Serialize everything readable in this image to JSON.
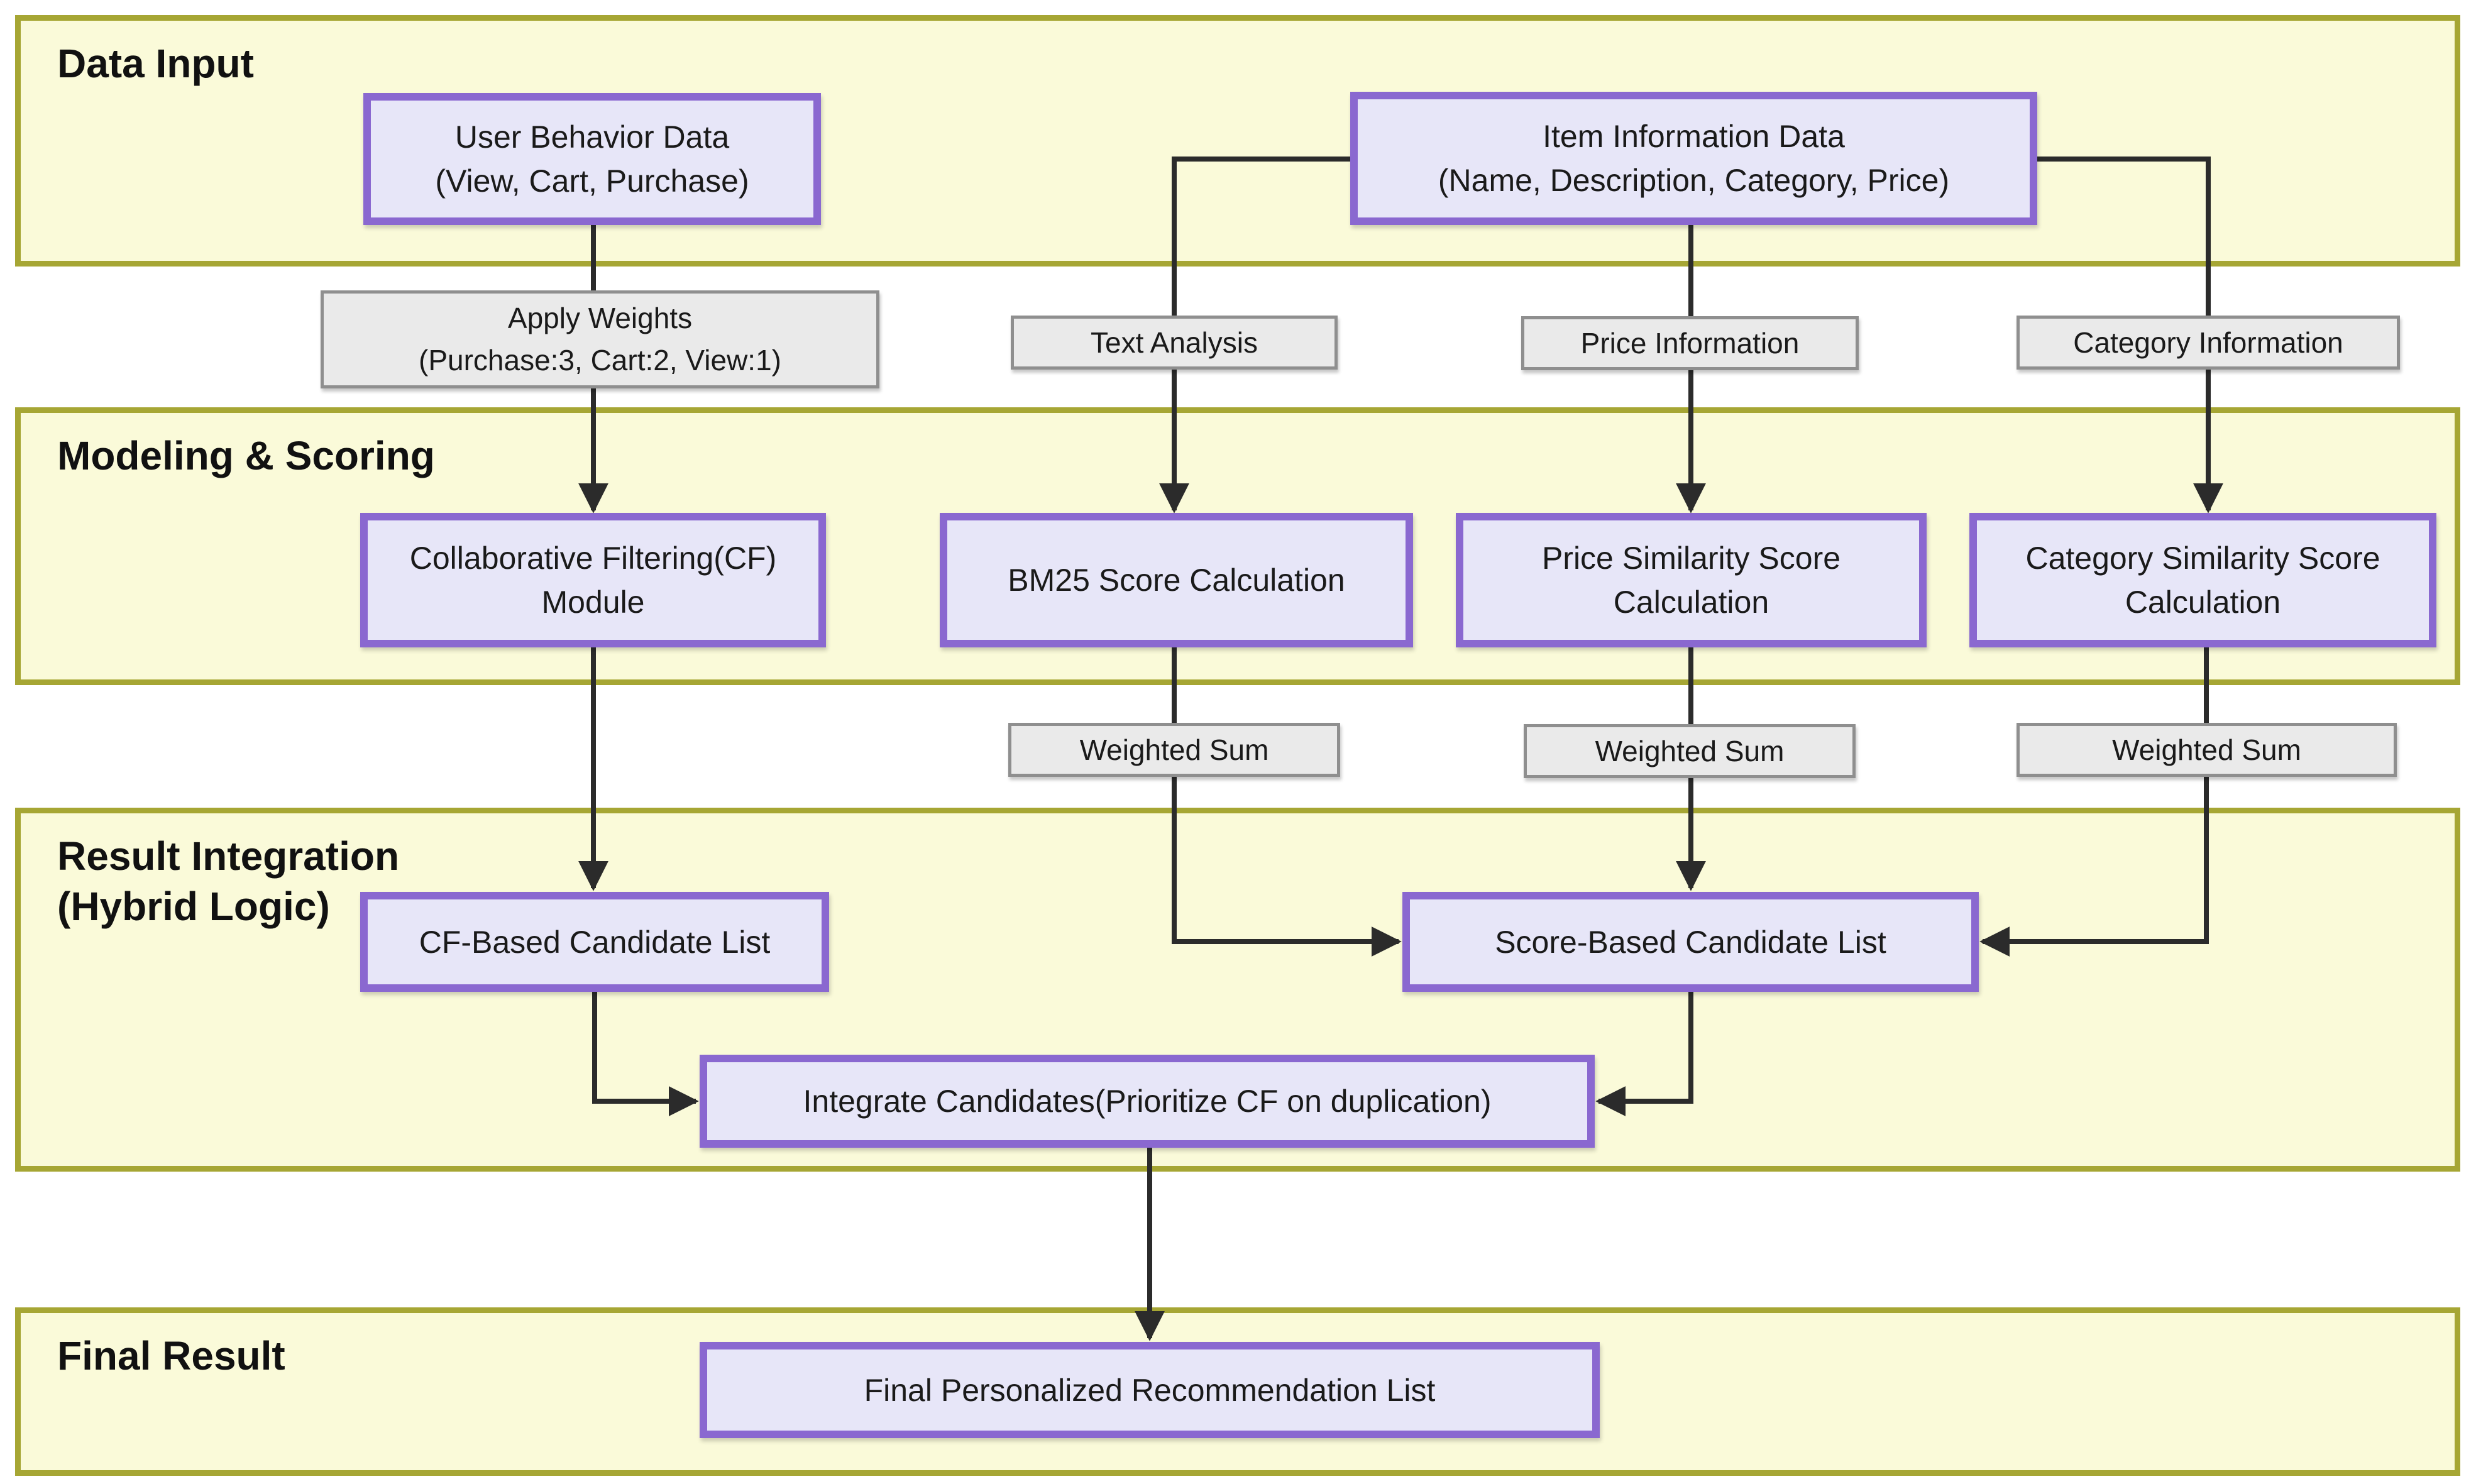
{
  "bands": [
    {
      "title": "Data Input"
    },
    {
      "title": "Modeling & Scoring"
    },
    {
      "title": "Result Integration\n (Hybrid Logic)"
    },
    {
      "title": "Final Result"
    }
  ],
  "nodes": {
    "user_behavior_data": "User Behavior Data\n(View, Cart, Purchase)",
    "item_information_data": "Item Information Data\n(Name, Description, Category, Price)",
    "collaborative_filtering_module": "Collaborative Filtering(CF)\nModule",
    "bm25_score_calculation": "BM25 Score Calculation",
    "price_similarity_score_calculation": "Price Similarity Score\nCalculation",
    "category_similarity_score_calculation": "Category Similarity Score\nCalculation",
    "cf_based_candidate_list": "CF-Based Candidate List",
    "score_based_candidate_list": "Score-Based Candidate List",
    "integrate_candidates": "Integrate Candidates(Prioritize CF on duplication)",
    "final_personalized_recommendation_list": "Final Personalized Recommendation List"
  },
  "process_labels": {
    "apply_weights": "Apply Weights\n(Purchase:3, Cart:2, View:1)",
    "text_analysis": "Text Analysis",
    "price_information": "Price Information",
    "category_information": "Category Information",
    "weighted_sum_1": "Weighted Sum",
    "weighted_sum_2": "Weighted Sum",
    "weighted_sum_3": "Weighted Sum"
  },
  "colors": {
    "band_background": "#FAFAD9",
    "band_border": "#A6A634",
    "node_background": "#E7E6F8",
    "node_border": "#8A68D0",
    "label_background": "#EAEAEA",
    "label_border": "#8F8F8F",
    "arrow": "#2B2B2B"
  }
}
